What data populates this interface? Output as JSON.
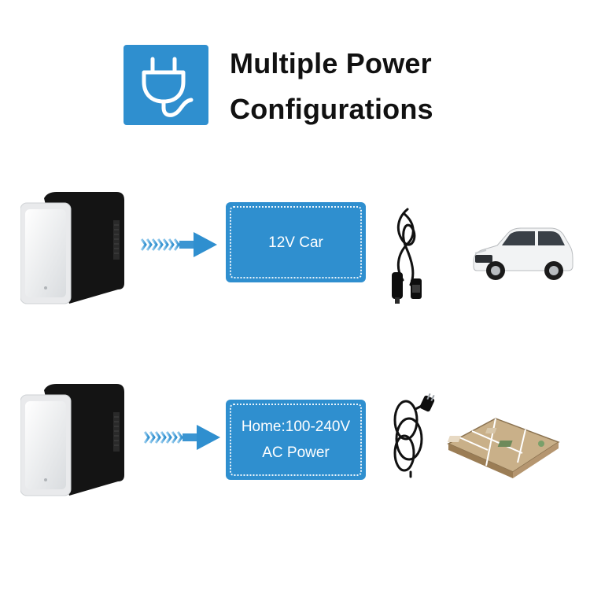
{
  "header": {
    "icon": "power-plug-icon",
    "title_line1": "Multiple Power",
    "title_line2": "Configurations",
    "accent_color": "#2f8fcf"
  },
  "rows": [
    {
      "product": "mini-fridge-image",
      "arrow": "chevron-arrow-icon",
      "label_lines": [
        "12V Car"
      ],
      "cable": "car-charger-cable-image",
      "destination": "car-image"
    },
    {
      "product": "mini-fridge-image",
      "arrow": "chevron-arrow-icon",
      "label_lines": [
        "Home:100-240V",
        "AC Power"
      ],
      "cable": "ac-power-cord-image",
      "destination": "house-floorplan-image"
    }
  ]
}
